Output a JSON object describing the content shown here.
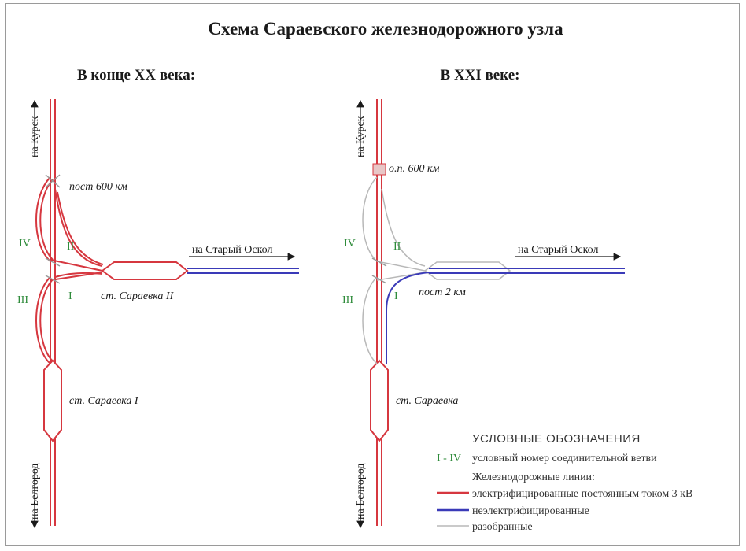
{
  "title": "Схема Сараевского железнодорожного узла",
  "left": {
    "subtitle": "В конце XX века:",
    "to_kursk": "на Курск",
    "to_belgorod": "на Белгород",
    "to_oskol": "на Старый Оскол",
    "post": "пост 600 км",
    "station_2": "ст. Сараевка II",
    "station_1": "ст. Сараевка I",
    "branches": [
      "IV",
      "II",
      "III",
      "I"
    ]
  },
  "right": {
    "subtitle": "В XXI веке:",
    "to_kursk": "на Курск",
    "to_belgorod": "на Белгород",
    "to_oskol": "на Старый Оскол",
    "op": "о.п. 600 км",
    "post2": "пост 2 км",
    "station": "ст. Сараевка",
    "branches": [
      "IV",
      "II",
      "III",
      "I"
    ]
  },
  "legend": {
    "heading": "УСЛОВНЫЕ ОБОЗНАЧЕНИЯ",
    "key_range": "I - IV",
    "key_desc": "условный номер соединительной ветви",
    "lines_heading": "Железнодорожные линии:",
    "electrified": "электрифицированные постоянным током 3 кВ",
    "non_electrified": "неэлектрифицированные",
    "dismantled": "разобранные"
  },
  "colors": {
    "electrified": "#d6373f",
    "non_electrified": "#3a3ab8",
    "dismantled": "#b8b8b8",
    "branch_label": "#2e8b3a"
  }
}
